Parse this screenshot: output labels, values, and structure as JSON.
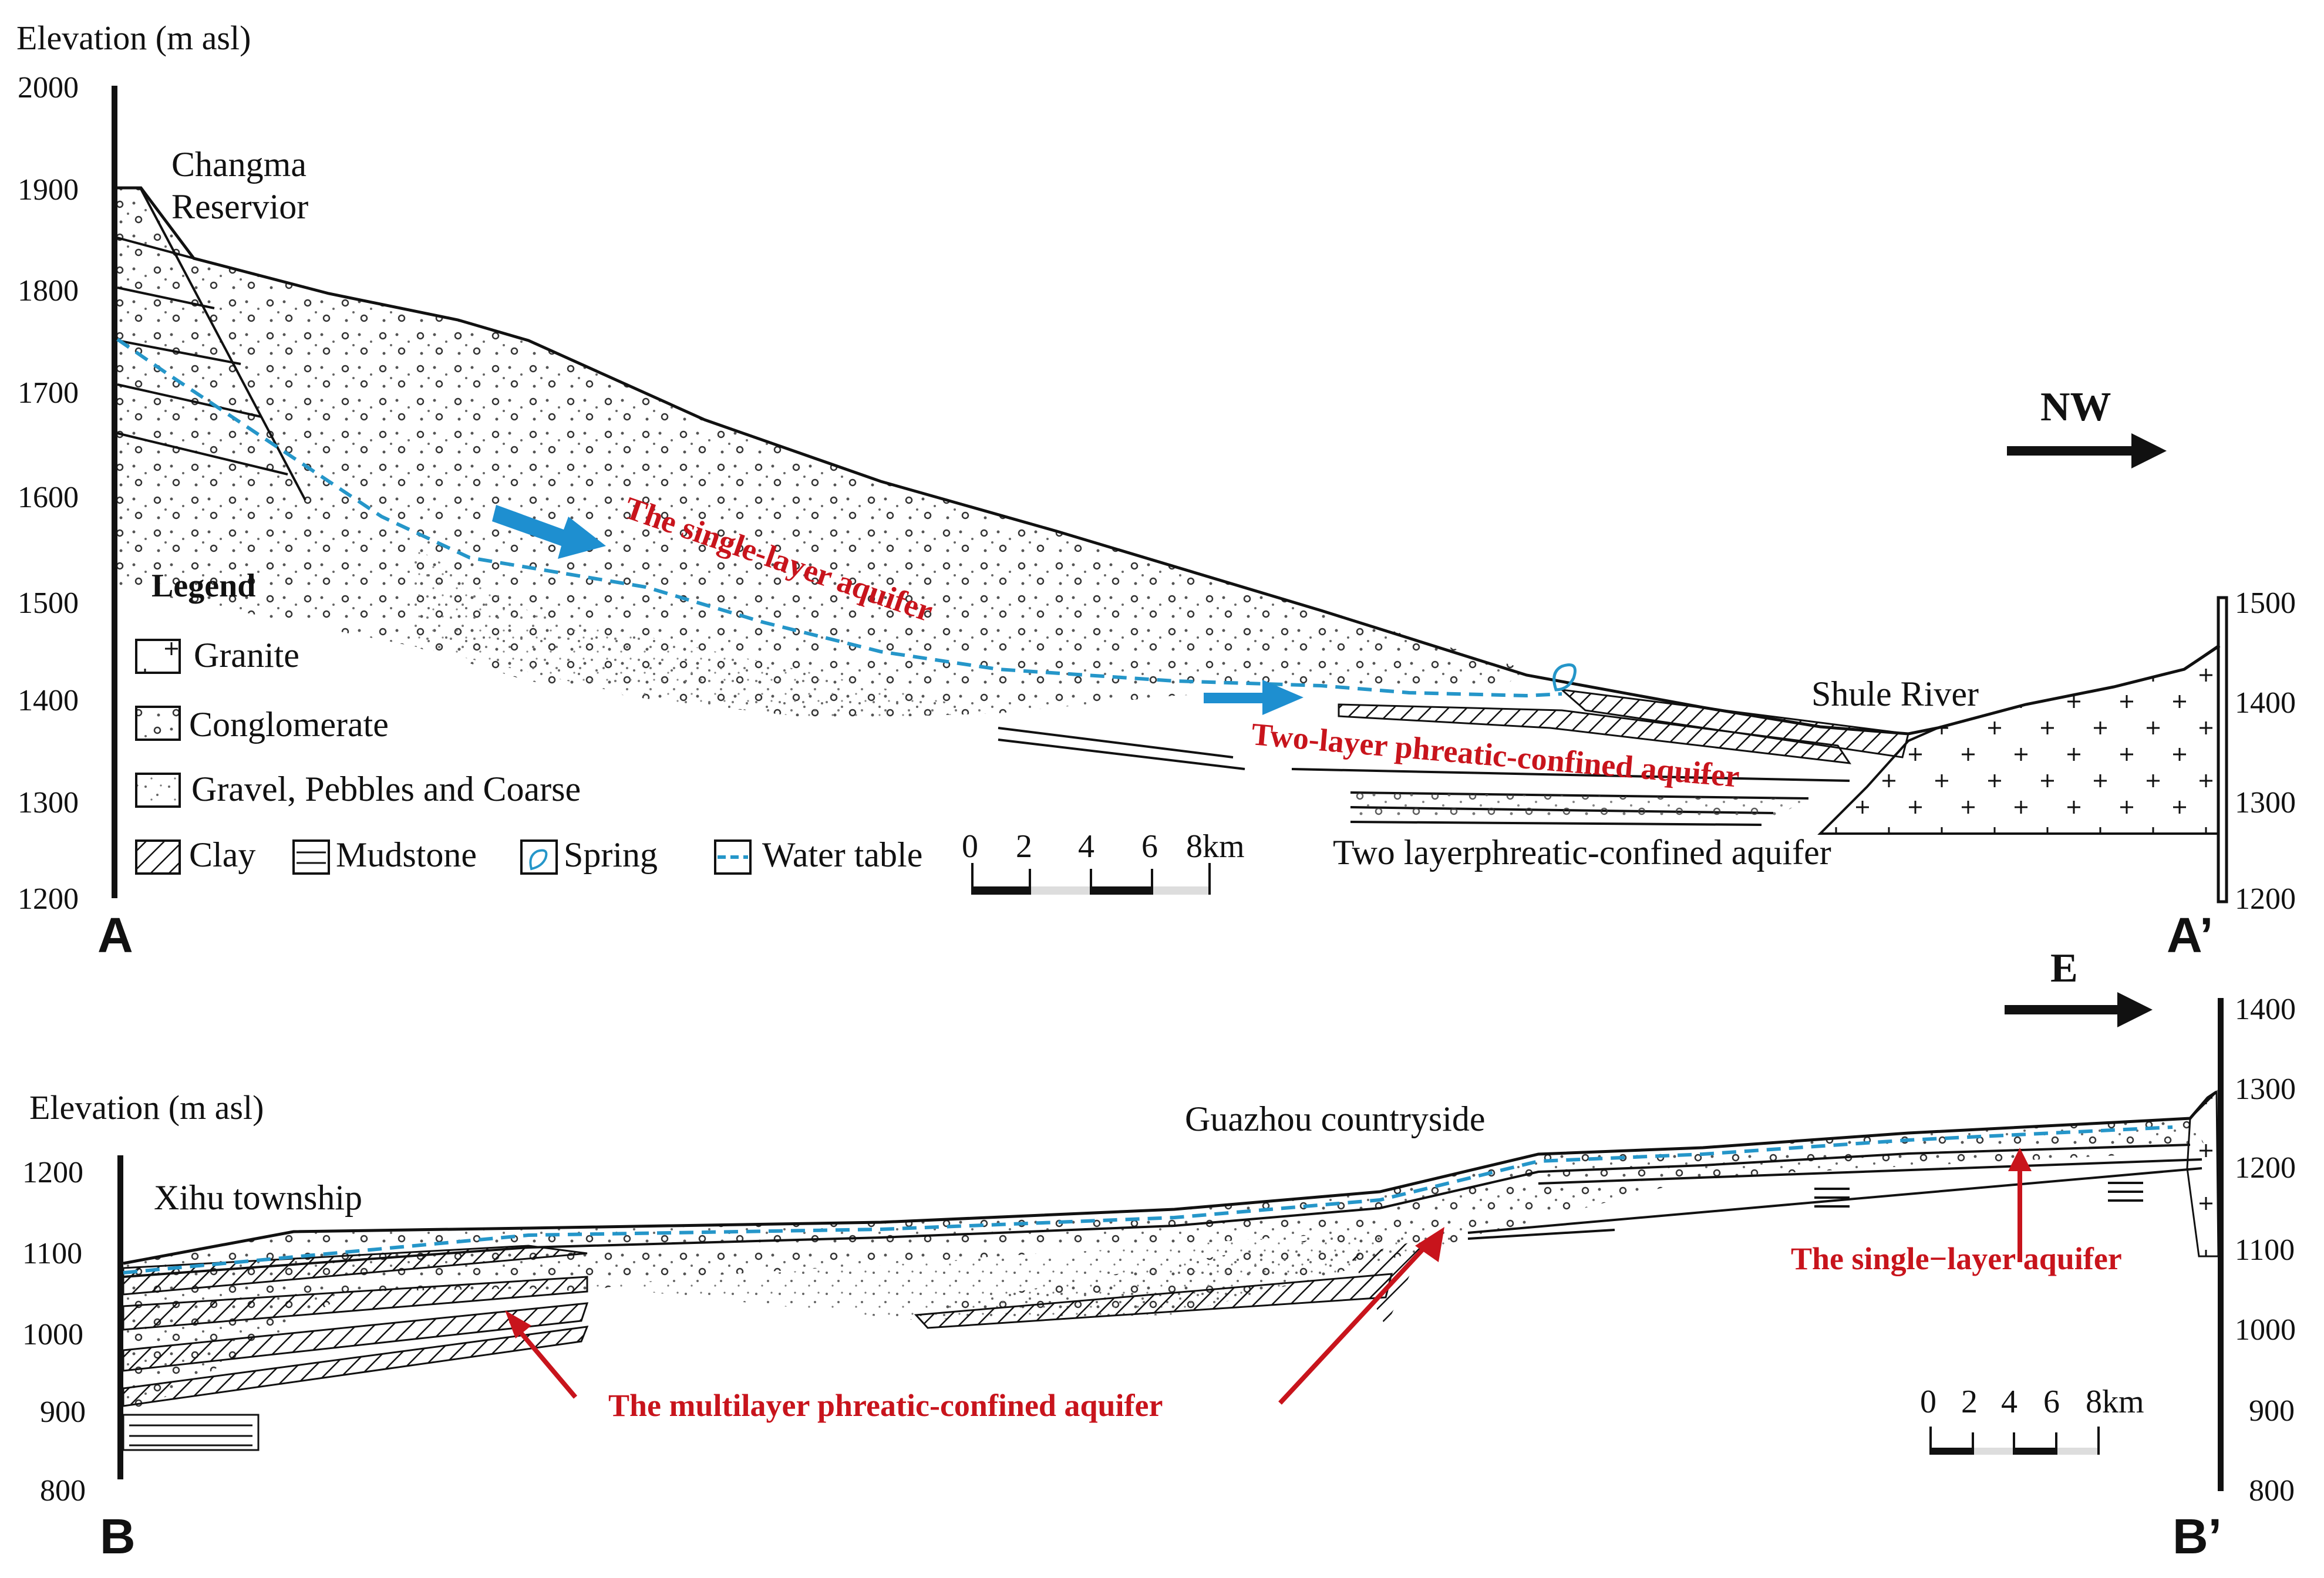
{
  "top_section": {
    "y_label": "Elevation (m asl)",
    "left_ticks": [
      "2000",
      "1900",
      "1800",
      "1700",
      "1600",
      "1500",
      "1400",
      "1300",
      "1200"
    ],
    "right_ticks": [
      "1500",
      "1400",
      "1300",
      "1200"
    ],
    "start_label": "A",
    "end_label": "A’",
    "direction": "NW",
    "labels": {
      "reservoir_line1": "Changma",
      "reservoir_line2": "Reservior",
      "river": "Shule River",
      "aquifer_single": "The single-layer aquifer",
      "aquifer_two_red": "Two-layer phreatic-confined aquifer",
      "aquifer_two_black": "Two layerphreatic-confined aquifer"
    },
    "legend": {
      "title": "Legend",
      "items": [
        "Granite",
        "Conglomerate",
        "Gravel, Pebbles and Coarse",
        "Clay",
        "Mudstone",
        "Spring",
        "Water table"
      ]
    },
    "scale_bar": {
      "ticks": [
        "0",
        "2",
        "4",
        "6",
        "8km"
      ]
    }
  },
  "bottom_section": {
    "y_label": "Elevation (m asl)",
    "left_ticks": [
      "1200",
      "1100",
      "1000",
      "900",
      "800"
    ],
    "right_ticks": [
      "1400",
      "1300",
      "1200",
      "1100",
      "1000",
      "900",
      "800"
    ],
    "start_label": "B",
    "end_label": "B’",
    "direction": "E",
    "labels": {
      "township": "Xihu township",
      "countryside": "Guazhou countryside",
      "aquifer_single": "The single−layer aquifer",
      "aquifer_multi": "The multilayer phreatic-confined aquifer"
    },
    "scale_bar": {
      "ticks": [
        "0",
        "2",
        "4",
        "6",
        "8km"
      ]
    }
  },
  "colors": {
    "water_table": "#2596c9",
    "flow_arrow": "#1e8fd0",
    "annotation": "#c8141c",
    "outline": "#111111"
  }
}
